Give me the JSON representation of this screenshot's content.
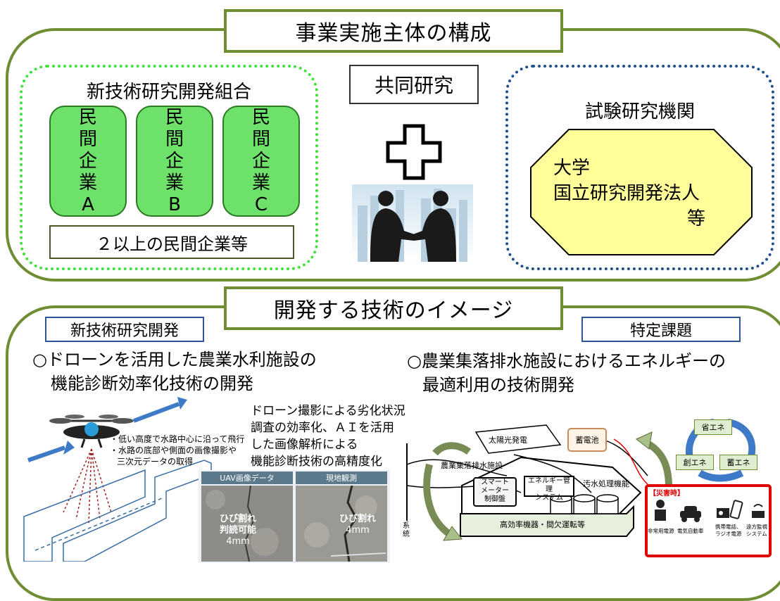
{
  "top": {
    "title": "事業実施主体の構成",
    "union_title": "新技術研究開発組合",
    "companies": [
      {
        "chars": [
          "民",
          "間",
          "企",
          "業",
          "A"
        ]
      },
      {
        "chars": [
          "民",
          "間",
          "企",
          "業",
          "B"
        ]
      },
      {
        "chars": [
          "民",
          "間",
          "企",
          "業",
          "C"
        ]
      }
    ],
    "companies_note": "２以上の民間企業等",
    "joint_research": "共同研究",
    "institution_title": "試験研究機関",
    "institution_lines": [
      "大学",
      "国立研究開発法人",
      "等"
    ]
  },
  "bottom": {
    "title": "開発する技術のイメージ",
    "left_tag": "新技術研究開発",
    "right_tag": "特定課題",
    "left_heading": [
      "○ドローンを活用した農業水利施設の",
      "機能診断効率化技術の開発"
    ],
    "right_heading": [
      "○農業集落排水施設におけるエネルギーの",
      "最適利用の技術開発"
    ],
    "drone_desc": [
      "ドローン撮影による劣化状況",
      "調査の効率化、ＡＩを活用",
      "した画像解析による",
      "機能診断技術の高精度化"
    ],
    "drone_bullets": [
      "・低い高度で水路中心に沿って飛行",
      "・水路の底部や側面の画像撮影や",
      "三次元データの取得"
    ],
    "photo_labels": {
      "uav": "UAV画像データ",
      "field": "現地観測",
      "crack_uav": [
        "ひび割れ",
        "判読可能",
        "4mm"
      ],
      "crack_field": [
        "ひび割れ",
        "4mm"
      ]
    },
    "energy": {
      "solar": "太陽光発電",
      "battery": "蓄電池",
      "facility": "農業集落排水施設",
      "smart_meter": [
        "スマート",
        "メーター",
        "制御盤"
      ],
      "ems": [
        "エネルギー管理",
        "システム"
      ],
      "sewage": "汚水処理機能",
      "efficient": "高効率機器・間欠運転等",
      "grid": [
        "系",
        "統"
      ],
      "save": "省エネ",
      "create": "創エネ",
      "store": "蓄エネ",
      "disaster": "【災害時】",
      "items": [
        "非常用電源",
        "電気自動車",
        "携帯電話、",
        "ラジオ電源",
        "遠方監視",
        "システム"
      ]
    }
  }
}
